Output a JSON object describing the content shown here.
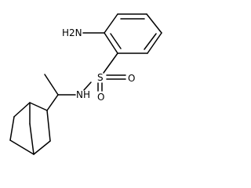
{
  "atoms": {
    "amine": "H2N",
    "sulfur": "S",
    "oxygen_right": "O",
    "oxygen_lower": "O",
    "amide_nh": "NH"
  },
  "colors": {
    "bond": "#000000",
    "background": "#ffffff"
  }
}
